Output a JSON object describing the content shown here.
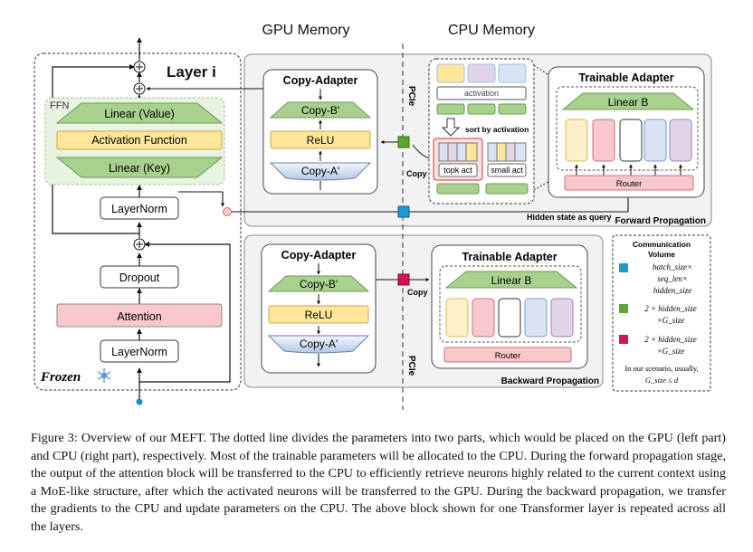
{
  "headers": {
    "gpu": "GPU Memory",
    "cpu": "CPU Memory"
  },
  "frozen_layer": {
    "title": "Layer i",
    "ffn_label": "FFN",
    "linear_value": "Linear (Value)",
    "activation": "Activation Function",
    "linear_key": "Linear (Key)",
    "layernorm_top": "LayerNorm",
    "dropout": "Dropout",
    "attention": "Attention",
    "layernorm_bottom": "LayerNorm",
    "frozen_label": "Frozen"
  },
  "forward": {
    "copy_adapter_title": "Copy-Adapter",
    "copy_b": "Copy-B'",
    "relu": "ReLU",
    "copy_a": "Copy-A'",
    "pcie": "PCIe",
    "activation_label": "activation",
    "sort_label": "sort by activation",
    "topk_act": "topk act",
    "small_act": "small act",
    "copy_label": "Copy",
    "trainable_title": "Trainable Adapter",
    "linear_b": "Linear B",
    "router": "Router",
    "hidden_state_label": "Hidden state as query",
    "section_label": "Forward Propagation"
  },
  "backward": {
    "copy_adapter_title": "Copy-Adapter",
    "copy_b": "Copy-B'",
    "relu": "ReLU",
    "copy_a": "Copy-A'",
    "pcie": "PCIe",
    "copy_label": "Copy",
    "trainable_title": "Trainable Adapter",
    "linear_b": "Linear B",
    "router": "Router",
    "section_label": "Backward Propagation"
  },
  "legend": {
    "title_line1": "Communication",
    "title_line2": "Volume",
    "blue_line1": "batch_size×",
    "blue_line2": "seq_len×",
    "blue_line3": "hidden_size",
    "green_line1": "2 × hidden_size",
    "green_line2": "×G_size",
    "pink_line1": "2 × hidden_size",
    "pink_line2": "×G_size",
    "note_line1": "In our scenario, usually,",
    "note_line2": "G_size ≤ d",
    "colors": {
      "blue": "#1a9ad6",
      "green": "#5aa832",
      "pink": "#d4145a"
    }
  },
  "colors": {
    "green_fill": "#a9d18e",
    "yellow_fill": "#ffe699",
    "pink_fill": "#f8c8cd",
    "blue_fill": "#dae3f3",
    "purple_fill": "#e1d5e7",
    "panel_fill": "#f2f2f2"
  },
  "caption": "Figure 3: Overview of our MEFT. The dotted line divides the parameters into two parts, which would be placed on the GPU (left part) and CPU (right part), respectively. Most of the trainable parameters will be allocated to the CPU. During the forward propagation stage, the output of the attention block will be transferred to the CPU to efficiently retrieve neurons highly related to the current context using a MoE-like structure, after which the activated neurons will be transferred to the GPU. During the backward propagation, we transfer the gradients to the CPU and update parameters on the CPU. The above block shown for one Transformer layer is repeated across all the layers."
}
